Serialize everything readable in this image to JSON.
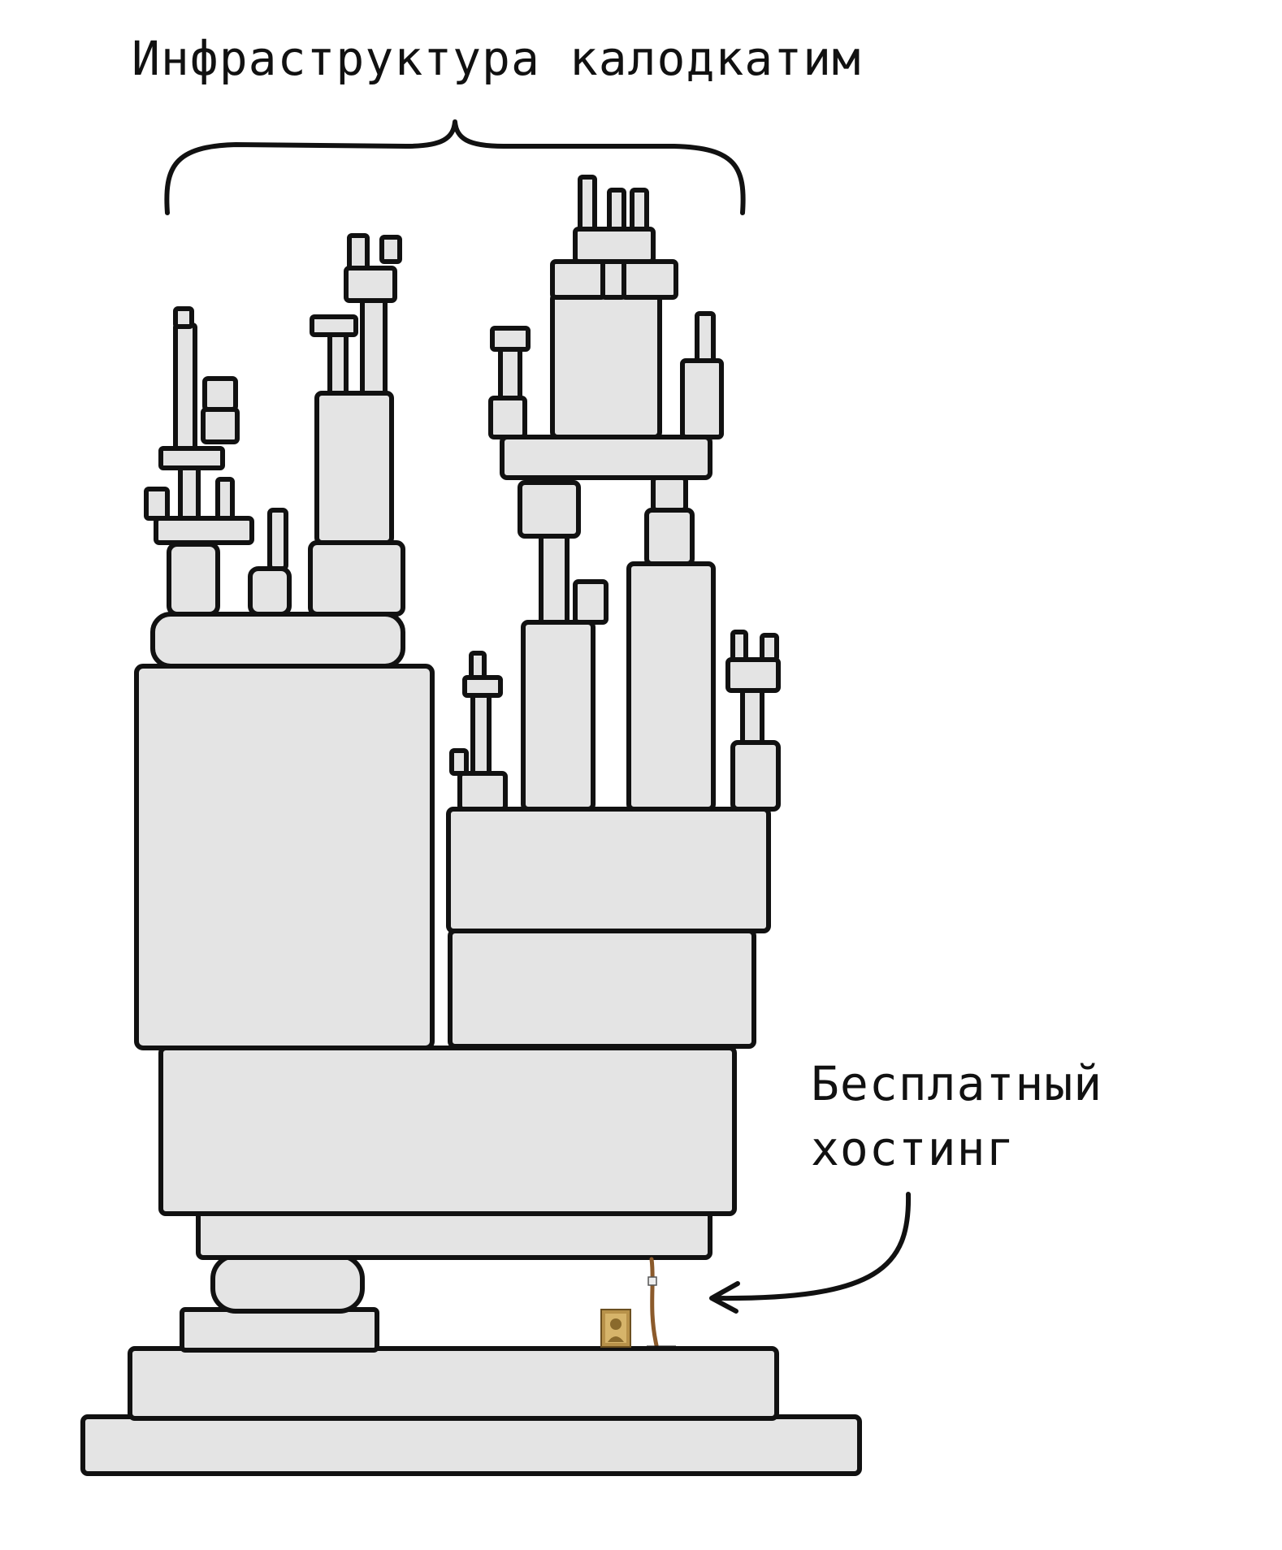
{
  "title": "Инфраструктура калодкатим",
  "callout": {
    "line1": "Бесплатный",
    "line2": "хостинг"
  },
  "colors": {
    "block_fill": "#e4e4e4",
    "ink": "#111111",
    "icon_gold": "#b8924a",
    "stick_brown": "#8b5a2b"
  },
  "icons": {
    "tiny_block": "religious-icon",
    "stick": "wooden-stick-icon"
  }
}
